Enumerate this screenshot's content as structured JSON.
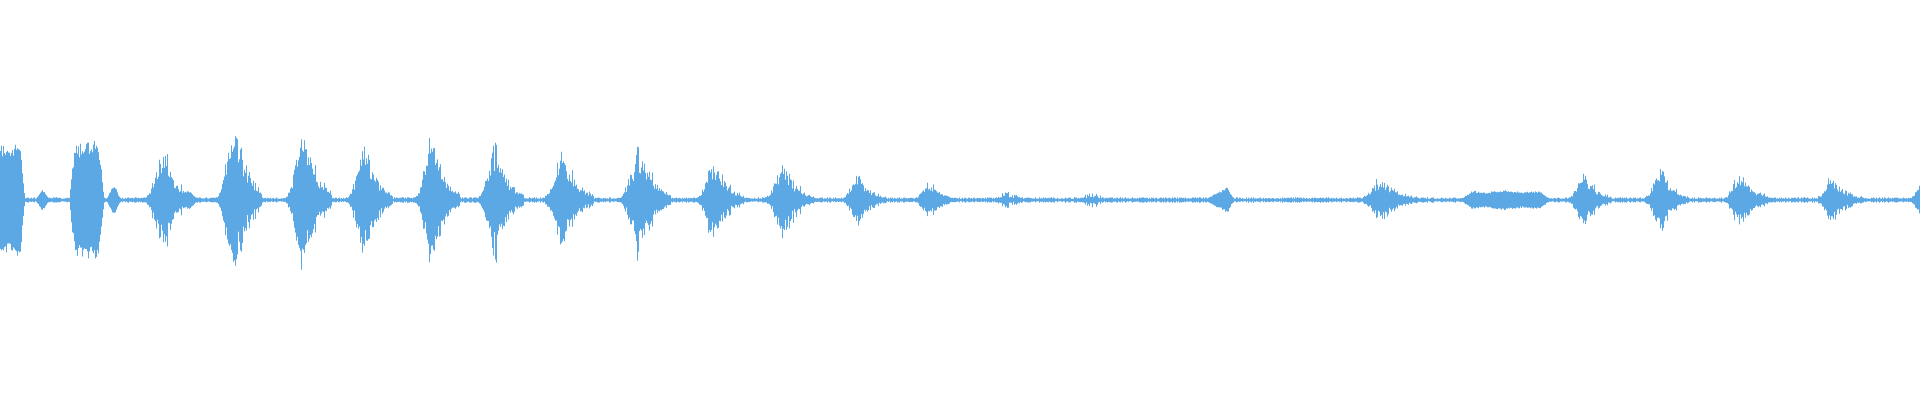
{
  "waveform": {
    "color": "#5ba8e5",
    "baseline_amplitude": 0.012,
    "bursts": [
      {
        "t": 0.005,
        "amp": 0.33,
        "width": 0.006,
        "shape": "block"
      },
      {
        "t": 0.022,
        "amp": 0.06,
        "width": 0.004,
        "shape": "bump"
      },
      {
        "t": 0.045,
        "amp": 0.34,
        "width": 0.007,
        "shape": "block"
      },
      {
        "t": 0.059,
        "amp": 0.09,
        "width": 0.004,
        "shape": "bump"
      },
      {
        "t": 0.085,
        "amp": 0.32,
        "width": 0.009,
        "shape": "spiky"
      },
      {
        "t": 0.098,
        "amp": 0.06,
        "width": 0.005,
        "shape": "bump"
      },
      {
        "t": 0.122,
        "amp": 0.52,
        "width": 0.009,
        "shape": "spiky"
      },
      {
        "t": 0.158,
        "amp": 0.46,
        "width": 0.009,
        "shape": "spiky"
      },
      {
        "t": 0.19,
        "amp": 0.35,
        "width": 0.009,
        "shape": "spiky"
      },
      {
        "t": 0.225,
        "amp": 0.4,
        "width": 0.009,
        "shape": "spiky"
      },
      {
        "t": 0.258,
        "amp": 0.34,
        "width": 0.009,
        "shape": "spiky"
      },
      {
        "t": 0.293,
        "amp": 0.29,
        "width": 0.01,
        "shape": "spiky"
      },
      {
        "t": 0.333,
        "amp": 0.32,
        "width": 0.01,
        "shape": "spiky"
      },
      {
        "t": 0.372,
        "amp": 0.24,
        "width": 0.01,
        "shape": "spiky"
      },
      {
        "t": 0.408,
        "amp": 0.22,
        "width": 0.01,
        "shape": "spiky"
      },
      {
        "t": 0.447,
        "amp": 0.16,
        "width": 0.009,
        "shape": "spiky"
      },
      {
        "t": 0.484,
        "amp": 0.11,
        "width": 0.009,
        "shape": "spiky"
      },
      {
        "t": 0.525,
        "amp": 0.06,
        "width": 0.009,
        "shape": "noise"
      },
      {
        "t": 0.569,
        "amp": 0.05,
        "width": 0.01,
        "shape": "noise"
      },
      {
        "t": 0.603,
        "amp": 0.015,
        "width": 0.012,
        "shape": "noise"
      },
      {
        "t": 0.639,
        "amp": 0.08,
        "width": 0.012,
        "shape": "ramp"
      },
      {
        "t": 0.72,
        "amp": 0.13,
        "width": 0.013,
        "shape": "spiky"
      },
      {
        "t": 0.784,
        "amp": 0.06,
        "width": 0.02,
        "shape": "flat"
      },
      {
        "t": 0.825,
        "amp": 0.17,
        "width": 0.009,
        "shape": "spiky"
      },
      {
        "t": 0.865,
        "amp": 0.18,
        "width": 0.009,
        "shape": "spiky"
      },
      {
        "t": 0.907,
        "amp": 0.16,
        "width": 0.01,
        "shape": "spiky"
      },
      {
        "t": 0.955,
        "amp": 0.14,
        "width": 0.01,
        "shape": "spiky"
      },
      {
        "t": 1.0,
        "amp": 0.1,
        "width": 0.006,
        "shape": "spiky"
      }
    ]
  }
}
